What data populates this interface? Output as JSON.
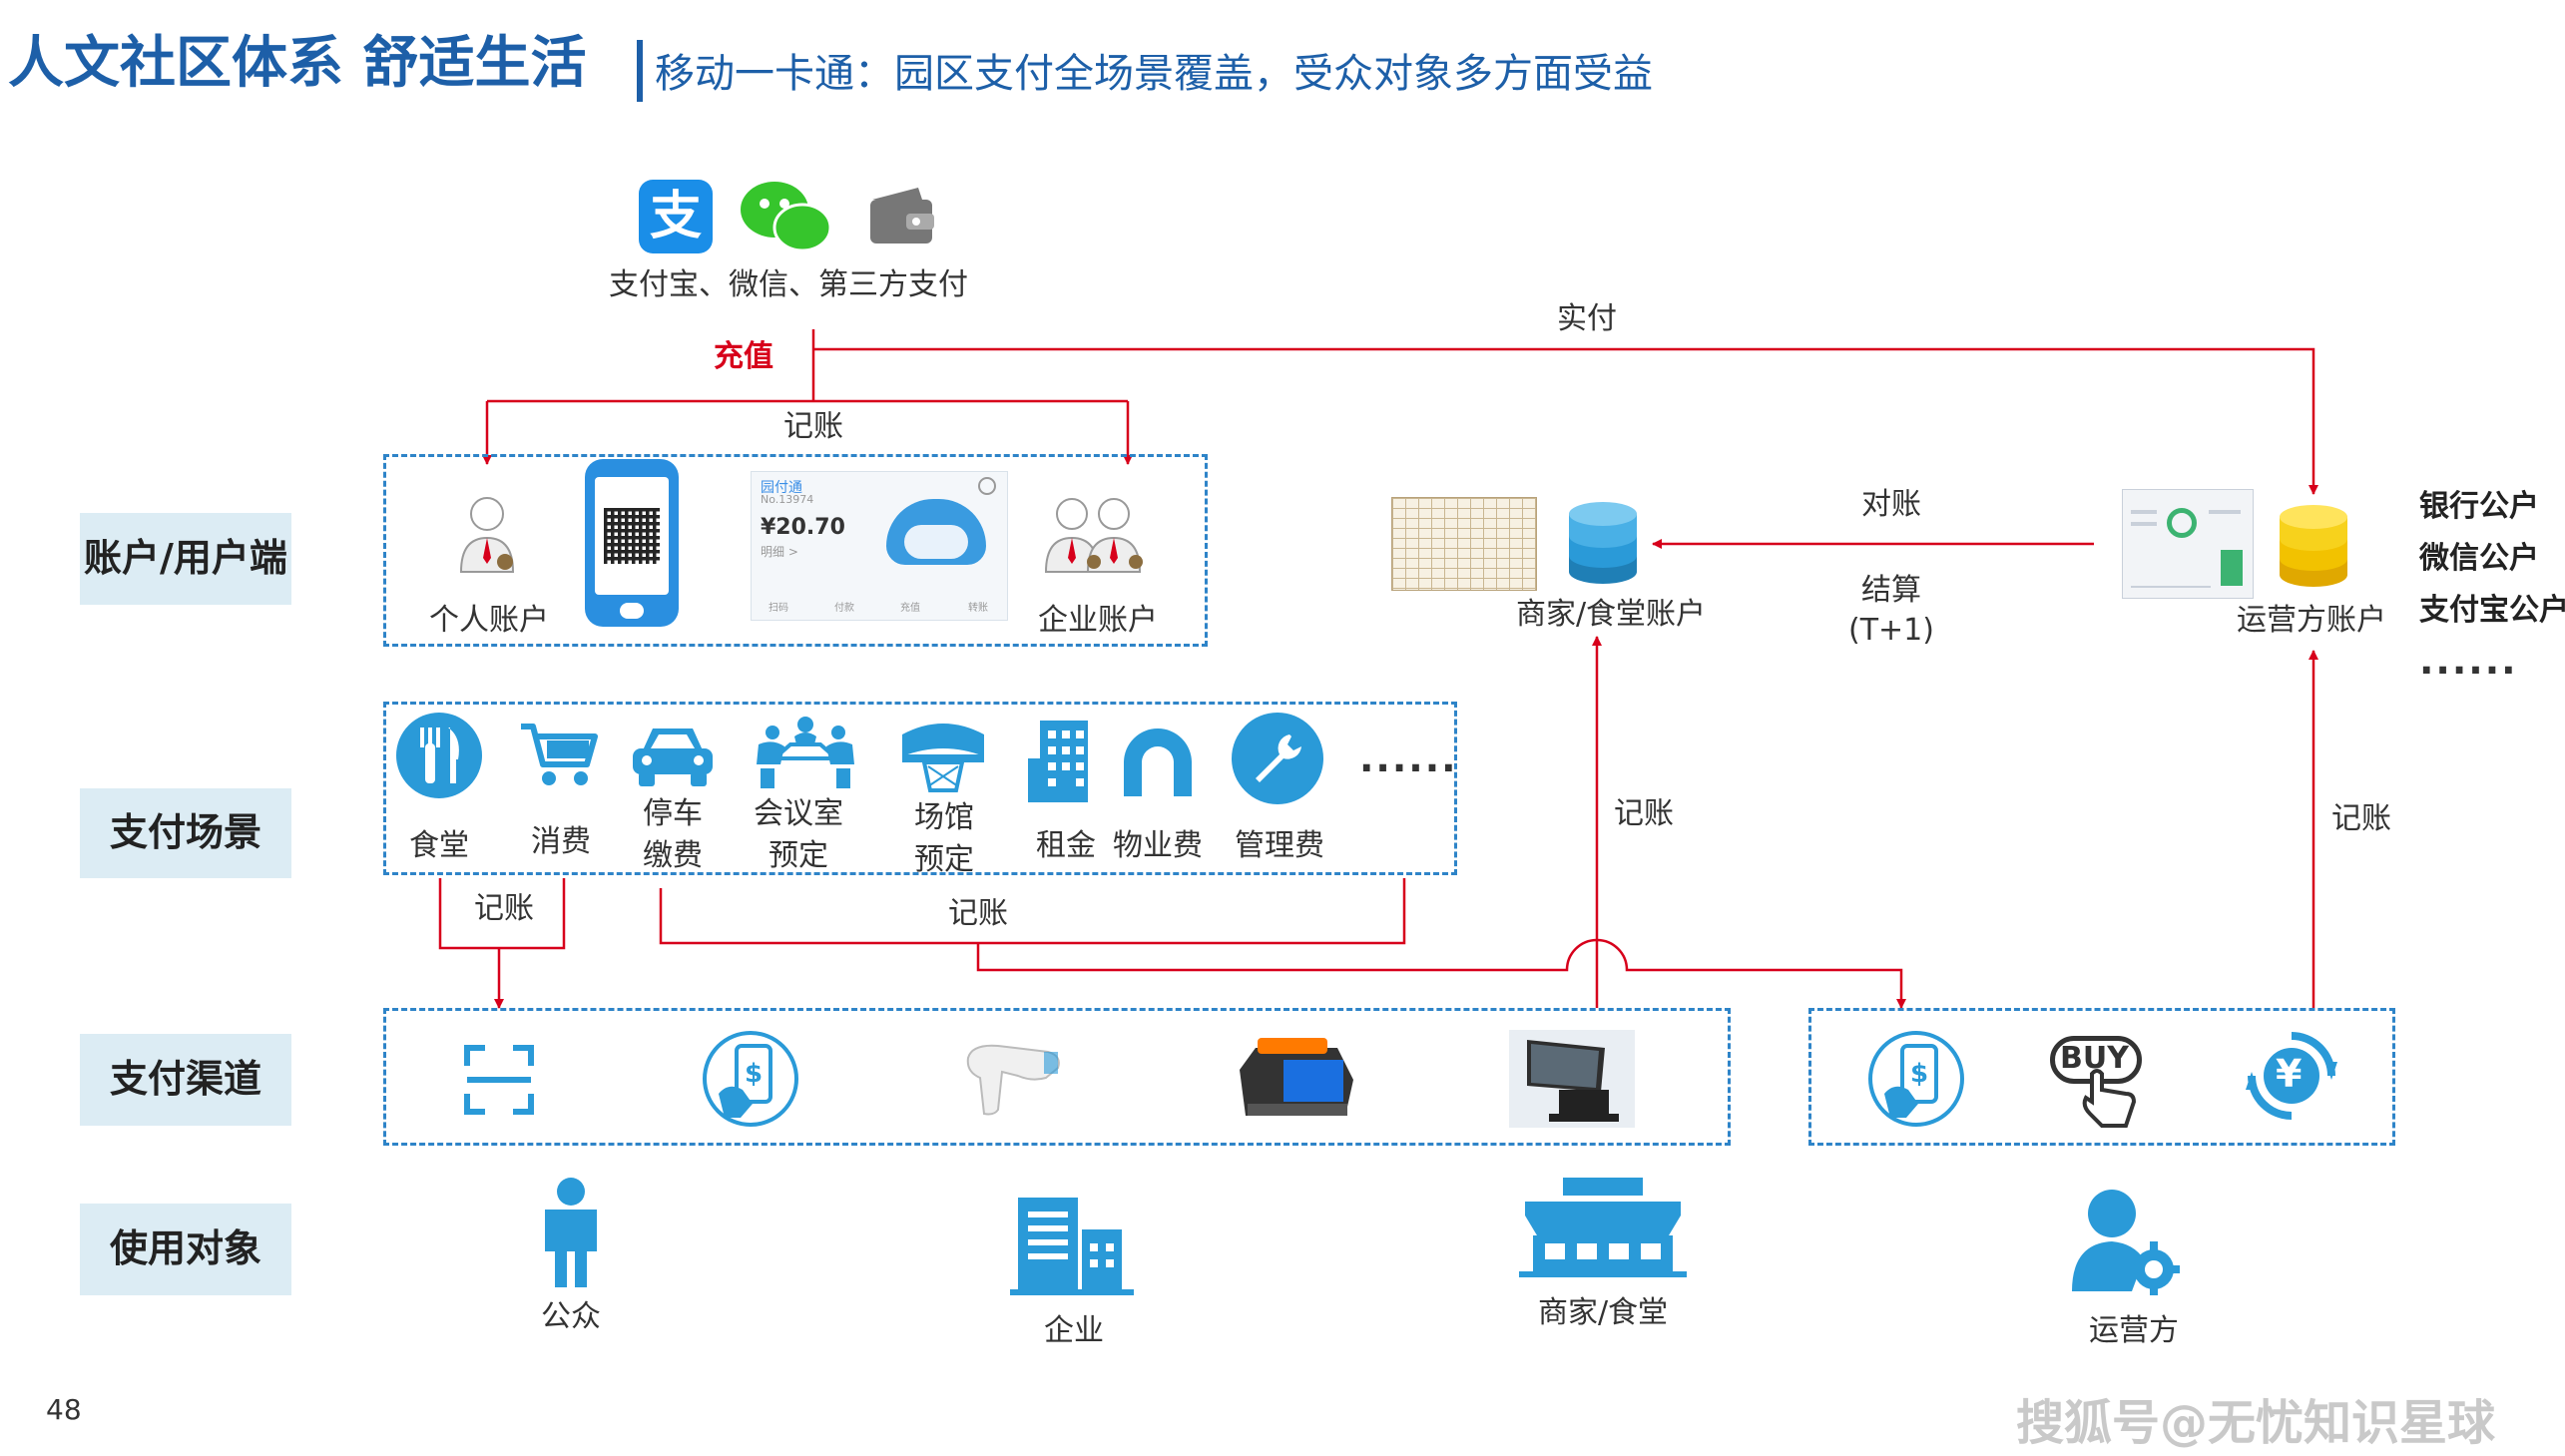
{
  "header": {
    "title": "人文社区体系 舒适生活",
    "subtitle": "移动一卡通：园区支付全场景覆盖，受众对象多方面受益"
  },
  "sources": {
    "label": "支付宝、微信、第三方支付",
    "icons": [
      "alipay-icon",
      "wechat-icon",
      "wallet-icon"
    ]
  },
  "flow_labels": {
    "recharge": "充值",
    "record_top": "记账",
    "actual_pay": "实付",
    "reconcile": "对账",
    "settle": "结算",
    "settle_cycle": "(T+1)",
    "record_merchant": "记账",
    "record_operator": "记账",
    "record_left": "记账",
    "record_mid": "记账"
  },
  "categories": {
    "account": "账户/用户端",
    "scene": "支付场景",
    "channel": "支付渠道",
    "users": "使用对象"
  },
  "accounts": {
    "personal": "个人账户",
    "enterprise": "企业账户",
    "app": {
      "title": "园付通",
      "number": "No.13974",
      "amount": "¥20.70",
      "note": "明细 >",
      "tabs": [
        "扫码",
        "付款",
        "充值",
        "转账"
      ]
    }
  },
  "scenes": [
    {
      "label": "食堂",
      "icon": "dining-icon"
    },
    {
      "label": "消费",
      "icon": "cart-icon"
    },
    {
      "label": "停车",
      "label2": "缴费",
      "icon": "car-icon"
    },
    {
      "label": "会议室",
      "label2": "预定",
      "icon": "meeting-icon"
    },
    {
      "label": "场馆",
      "label2": "预定",
      "icon": "stadium-icon"
    },
    {
      "label": "租金",
      "icon": "building-icon"
    },
    {
      "label": "物业费",
      "icon": "magnet-icon"
    },
    {
      "label": "管理费",
      "icon": "wrench-icon"
    }
  ],
  "more": "......",
  "merchant": {
    "label": "商家/食堂账户"
  },
  "operator": {
    "label": "运营方账户",
    "accounts": [
      "银行公户",
      "微信公户",
      "支付宝公户"
    ],
    "more": "......"
  },
  "channels": [
    "scan-icon",
    "mobile-pay-icon",
    "barcode-scanner-icon",
    "pos-terminal-icon",
    "cash-register-icon"
  ],
  "channels_right": {
    "icons": [
      "mobile-pay-icon",
      "buy-icon",
      "yuan-exchange-icon"
    ],
    "buy_text": "BUY",
    "yuan": "¥"
  },
  "users": [
    {
      "label": "公众",
      "icon": "person-icon"
    },
    {
      "label": "企业",
      "icon": "office-building-icon"
    },
    {
      "label": "商家/食堂",
      "icon": "shop-icon"
    },
    {
      "label": "运营方",
      "icon": "operator-gear-icon"
    }
  ],
  "footer": {
    "page": "48",
    "watermark": "搜狐号@无忧知识星球"
  },
  "colors": {
    "title_blue": "#1d5fa8",
    "arrow_red": "#d7001b",
    "panel_blue": "#2e84c8",
    "icon_blue": "#2a9ad8",
    "category_bg": "#dcecf4"
  }
}
